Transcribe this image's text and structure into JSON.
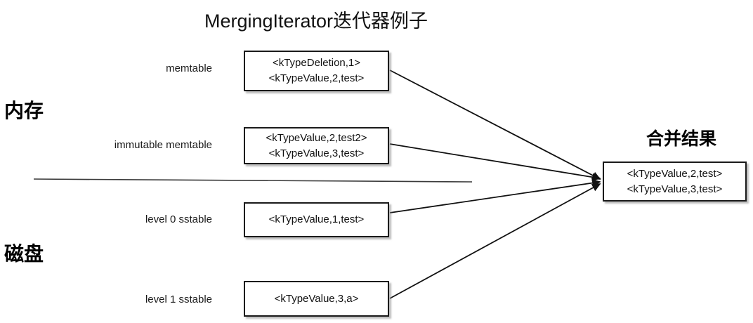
{
  "title": "MergingIterator迭代器例子",
  "tiers": [
    {
      "name": "memory",
      "label": "内存"
    },
    {
      "name": "disk",
      "label": "磁盘"
    }
  ],
  "rows": [
    {
      "id": "memtable",
      "label": "memtable",
      "entries": [
        "<kTypeDeletion,1>",
        "<kTypeValue,2,test>"
      ]
    },
    {
      "id": "immutable-memtable",
      "label": "immutable memtable",
      "entries": [
        "<kTypeValue,2,test2>",
        "<kTypeValue,3,test>"
      ]
    },
    {
      "id": "level-0-sstable",
      "label": "level 0 sstable",
      "entries": [
        "<kTypeValue,1,test>"
      ]
    },
    {
      "id": "level-1-sstable",
      "label": "level 1 sstable",
      "entries": [
        "<kTypeValue,3,a>"
      ]
    }
  ],
  "result": {
    "heading": "合并结果",
    "entries": [
      "<kTypeValue,2,test>",
      "<kTypeValue,3,test>"
    ]
  },
  "colors": {
    "stroke": "#1a1a1a",
    "background": "#ffffff",
    "text": "#111111",
    "divider": "#3a3a3a"
  }
}
